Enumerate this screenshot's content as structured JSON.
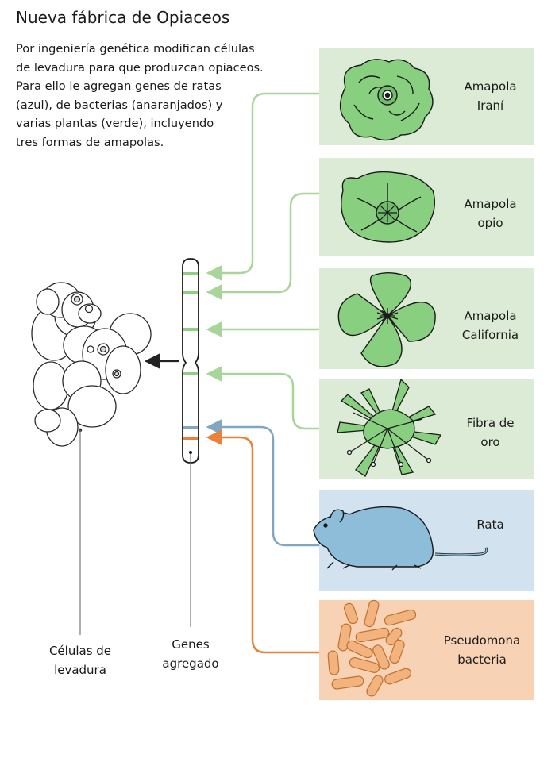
{
  "title": "Nueva fábrica de Opiaceos",
  "intro_lines": [
    "Por ingeniería genética modifican células",
    "de levadura para que produzcan opiaceos.",
    "Para ello le agregan genes de ratas",
    "(azul), de bacterias (anaranjados) y",
    "varias plantas (verde), incluyendo",
    "tres formas de amapolas."
  ],
  "colors": {
    "plant_panel": "#dcebd6",
    "rat_panel": "#d2e2ee",
    "bacteria_panel": "#f8d2b4",
    "plant_arrow": "#a9d59b",
    "rat_arrow": "#7fa7c4",
    "bacteria_arrow": "#e8823a",
    "plant_fill": "#88cf80",
    "rat_fill": "#8dbdd8",
    "bacteria_fill": "#f2b37e"
  },
  "sources": [
    {
      "id": "amapola-irani",
      "lines": [
        "Amapola",
        "Iraní"
      ],
      "group": "planta",
      "icon": "rose-poppy-icon"
    },
    {
      "id": "amapola-opio",
      "lines": [
        "Amapola",
        "opio"
      ],
      "group": "planta",
      "icon": "opium-poppy-icon"
    },
    {
      "id": "amapola-california",
      "lines": [
        "Amapola",
        "California"
      ],
      "group": "planta",
      "icon": "california-poppy-icon"
    },
    {
      "id": "fibra-de-oro",
      "lines": [
        "Fibra de",
        "oro"
      ],
      "group": "planta",
      "icon": "goldthread-plant-icon"
    },
    {
      "id": "rata",
      "lines": [
        "Rata"
      ],
      "group": "rata",
      "icon": "rat-icon"
    },
    {
      "id": "pseudomona",
      "lines": [
        "Pseudomona",
        "bacteria"
      ],
      "group": "bacteria",
      "icon": "bacteria-icon"
    }
  ],
  "labels": {
    "yeast": [
      "Células de",
      "levadura"
    ],
    "genes": [
      "Genes",
      "agregado"
    ]
  }
}
